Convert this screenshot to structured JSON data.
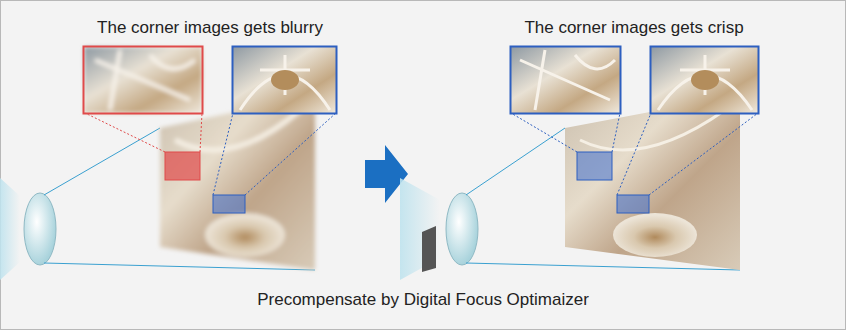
{
  "diagram": {
    "caption": "Precompensate by Digital Focus Optimaizer",
    "labels": [
      "The corner images gets blurry",
      "The corner images gets crisp"
    ]
  }
}
